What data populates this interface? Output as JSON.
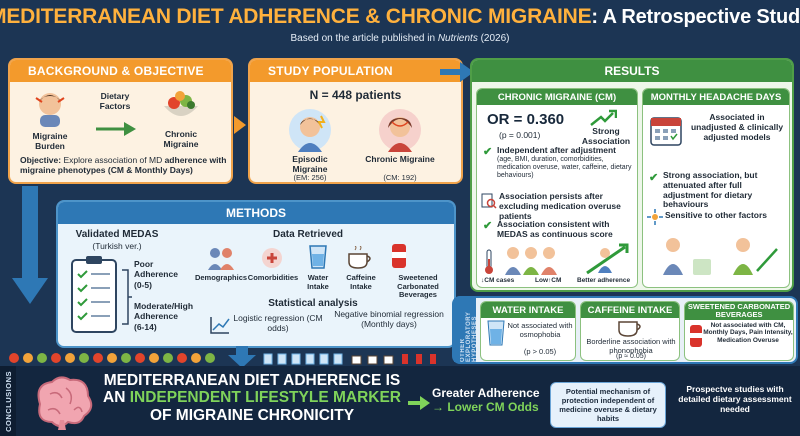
{
  "header": {
    "title_main": "MEDITERRANEAN DIET ADHERENCE & CHRONIC MIGRAINE",
    "title_rest": ": A Retrospective Study",
    "subtitle_prefix": "Based on the article published in ",
    "subtitle_journal": "Nutrients",
    "subtitle_year": " (2026)"
  },
  "background": {
    "heading": "BACKGROUND & OBJECTIVE",
    "burden_label": "Migraine Burden",
    "factors_label": "Dietary Factors",
    "chronic_label": "Chronic Migraine",
    "objective_bold": "Objective:",
    "objective_text": " Explore association of MD ",
    "objective_bold2": "adherence with migraine phenotypes",
    "objective_tail": "(CM & Monthly Days)"
  },
  "population": {
    "heading": "STUDY POPULATION",
    "n_label": "N = 448 patients",
    "episodic_label": "Episodic Migraine",
    "episodic_count": "(EM: 256)",
    "chronic_label": "Chronic Migraine",
    "chronic_count": "(CM: 192)"
  },
  "methods": {
    "heading": "METHODS",
    "medas_title": "Validated MEDAS",
    "medas_sub": "(Turkish ver.)",
    "poor_label": "Poor Adherence",
    "poor_range": "(0-5)",
    "mod_label": "Moderate/High Adherence",
    "mod_range": "(6-14)",
    "data_title": "Data Retrieved",
    "data_items": [
      "Demographics",
      "Comorbidities",
      "Water Intake",
      "Caffeine Intake",
      "Sweetened Carbonated Beverages"
    ],
    "stats_title": "Statistical analysis",
    "logistic": "Logistic regression (CM odds)",
    "negbin": "Negative binomial regression (Monthly days)"
  },
  "results": {
    "heading": "RESULTS",
    "cm": {
      "heading": "CHRONIC MIGRAINE (CM)",
      "or_value": "OR = 0.360",
      "p_value": "(p = 0.001)",
      "strong": "Strong Association",
      "b1_bold": "Independent after adjustment",
      "b1_text": "(age, BMI, duration, comorbidities, medication overuse, water, caffeine, dietary behaviours)",
      "b2": "Association persists after excluding medication overuse patients",
      "b3": "Association consistent with MEDAS as continuous score",
      "cm_cases": "↓CM cases",
      "low": "Low↑CM",
      "better": "Better adherence"
    },
    "mhd": {
      "heading": "MONTHLY HEADACHE DAYS",
      "b1": "Associated in unadjusted & clinically adjusted models",
      "b2": "Strong association, but attenuated after full adjustment for dietary behaviours",
      "b3": "Sensitive to other factors"
    }
  },
  "hypotheses": {
    "side_label": "OTHER EXPLORATORY HYPOTHESES",
    "water": {
      "heading": "WATER INTAKE",
      "text": "Not associated with osmophobia",
      "p": "(p > 0.05)"
    },
    "caffeine": {
      "heading": "CAFFEINE INTAKE",
      "text": "Borderline association with phonophobia",
      "p": "(p ≈ 0.05)"
    },
    "sweet": {
      "heading": "SWEETENED CARBONATED BEVERAGES",
      "text": "Not associated with CM, Monthly Days, Pain Intensity, Medication Overuse"
    }
  },
  "conclusions": {
    "side_label": "CONCLUSIONS",
    "line1": "MEDITERRANEAN DIET ADHERENCE IS",
    "line2_a": "AN ",
    "line2_g": "INDEPENDENT LIFESTYLE MARKER",
    "line3": "OF MIGRAINE CHRONICITY",
    "greater": "Greater Adherence",
    "lower": "→ Lower CM Odds",
    "mechanism": "Potential mechanism of protection independent of medicine overuse & dietary habits",
    "prospective": "Prospectve studies with detailed dietary assessment needed"
  },
  "colors": {
    "navy": "#1c3554",
    "orange": "#f39a2c",
    "blue": "#2e78b5",
    "green": "#3f9041",
    "title_accent": "#ffb13d"
  }
}
